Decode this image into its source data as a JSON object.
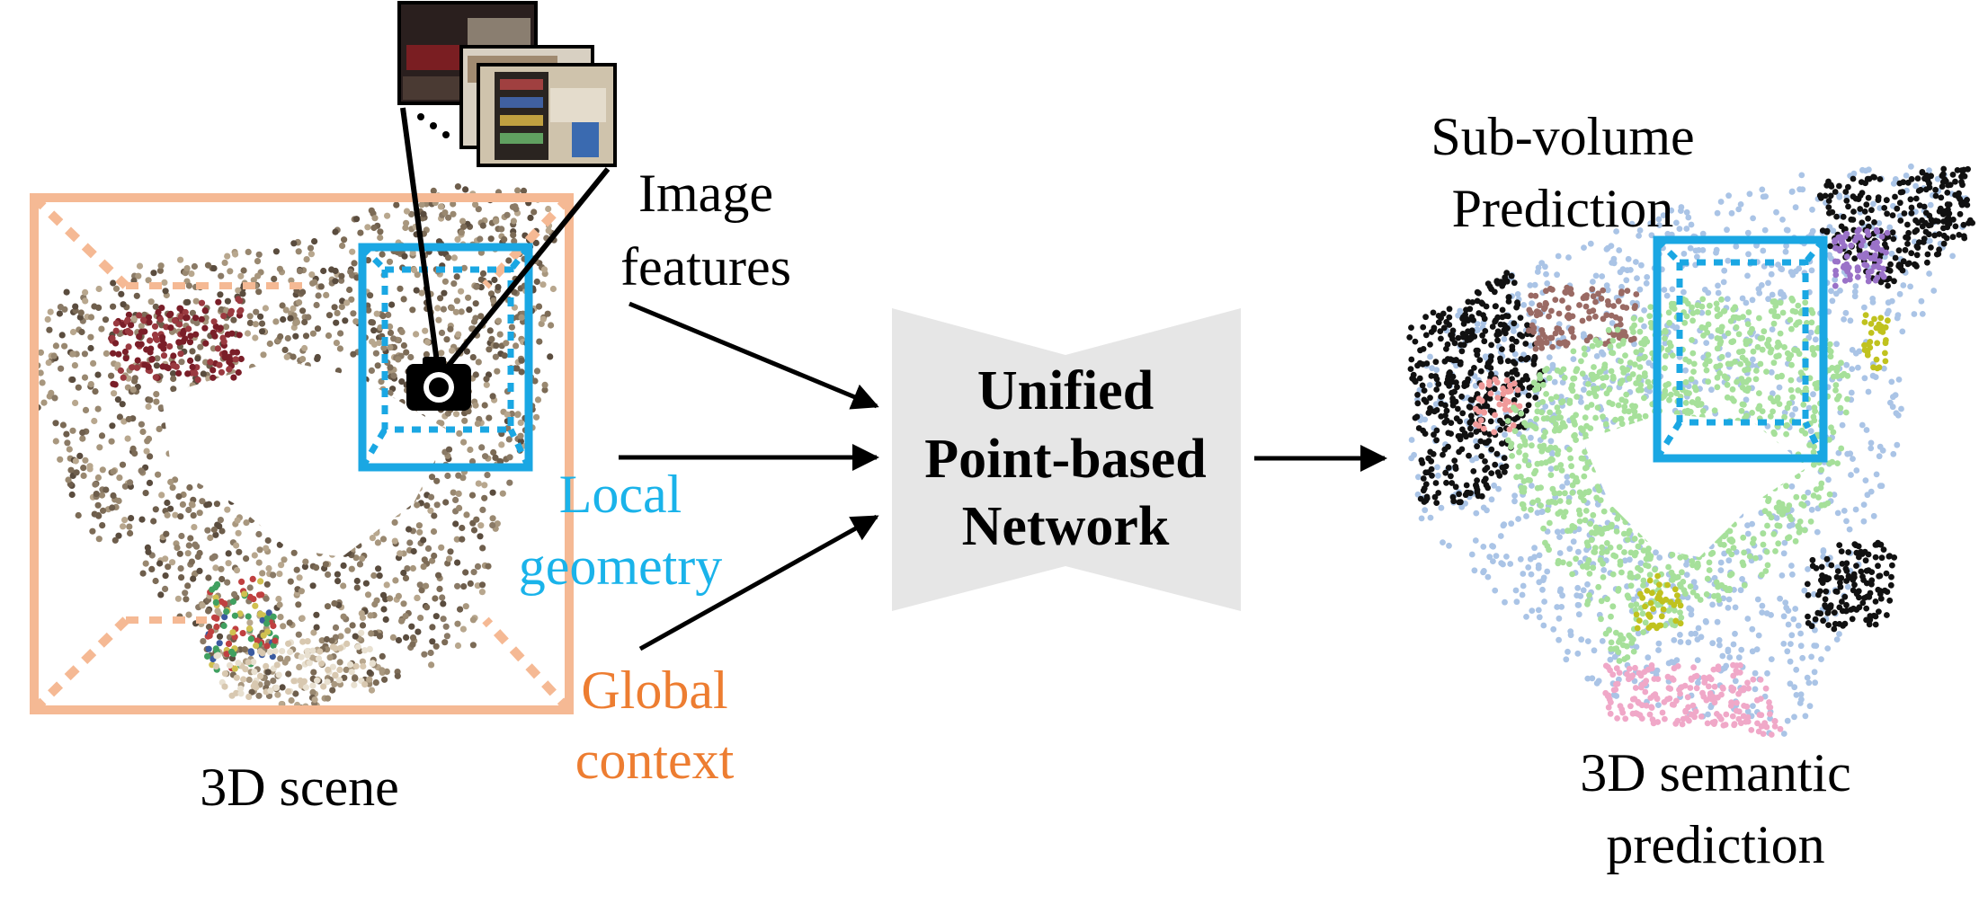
{
  "colors": {
    "global": "#f5b994",
    "global_text": "#ed7d31",
    "local": "#1aa7e3",
    "local_text": "#1ab3ea",
    "network_fill": "#e6e6e6",
    "arrow": "#000000",
    "floor": "#a6e09a",
    "wall": "#aac4e6",
    "clutter": "#111111",
    "sofa": "#9a6a64",
    "purple": "#9a72c8",
    "yellow": "#c0c21e",
    "pink": "#f0a8c8",
    "chair": "#f09a9a"
  },
  "labels": {
    "image_features": [
      "Image",
      "features"
    ],
    "local_geometry": [
      "Local",
      "geometry"
    ],
    "global_context": [
      "Global",
      "context"
    ],
    "scene": "3D scene",
    "network": [
      "Unified",
      "Point-based",
      "Network"
    ],
    "subvolume": [
      "Sub-volume",
      "Prediction"
    ],
    "semantic": [
      "3D semantic",
      "prediction"
    ]
  },
  "icons": {
    "camera": "camera-icon",
    "ellipsis": "ellipsis-dots-icon"
  }
}
